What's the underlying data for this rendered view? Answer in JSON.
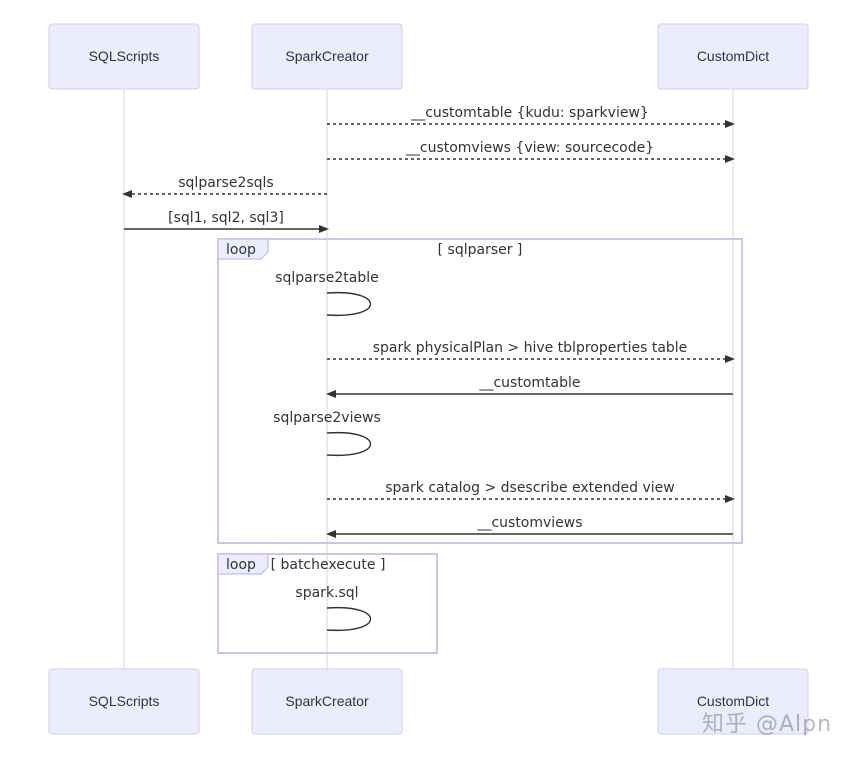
{
  "participants": [
    {
      "id": "sqlscripts",
      "label": "SQLScripts"
    },
    {
      "id": "sparkcreator",
      "label": "SparkCreator"
    },
    {
      "id": "customdict",
      "label": "CustomDict"
    }
  ],
  "messages": [
    {
      "from": "sparkcreator",
      "to": "customdict",
      "text": "__customtable {kudu: sparkview}",
      "style": "dotted"
    },
    {
      "from": "sparkcreator",
      "to": "customdict",
      "text": "__customviews {view: sourcecode}",
      "style": "dotted"
    },
    {
      "from": "sparkcreator",
      "to": "sqlscripts",
      "text": "sqlparse2sqls",
      "style": "dotted"
    },
    {
      "from": "sqlscripts",
      "to": "sparkcreator",
      "text": "[sql1, sql2, sql3]",
      "style": "solid"
    },
    {
      "from": "sparkcreator",
      "to": "sparkcreator",
      "text": "sqlparse2table",
      "style": "self"
    },
    {
      "from": "sparkcreator",
      "to": "customdict",
      "text": "spark physicalPlan > hive tblproperties table",
      "style": "dotted"
    },
    {
      "from": "customdict",
      "to": "sparkcreator",
      "text": "__customtable",
      "style": "solid"
    },
    {
      "from": "sparkcreator",
      "to": "sparkcreator",
      "text": "sqlparse2views",
      "style": "self"
    },
    {
      "from": "sparkcreator",
      "to": "customdict",
      "text": "spark catalog > dsescribe extended view",
      "style": "dotted"
    },
    {
      "from": "customdict",
      "to": "sparkcreator",
      "text": "__customviews",
      "style": "solid"
    },
    {
      "from": "sparkcreator",
      "to": "sparkcreator",
      "text": "spark.sql",
      "style": "self"
    }
  ],
  "loops": [
    {
      "keyword": "loop",
      "condition": "[ sqlparser ]"
    },
    {
      "keyword": "loop",
      "condition": "[ batchexecute ]"
    }
  ],
  "watermark": "知乎 @Alpn",
  "colors": {
    "actor_fill": "#ececff",
    "actor_border": "#cfcfee",
    "line": "#333333",
    "loop_border": "#c7c7ee"
  }
}
